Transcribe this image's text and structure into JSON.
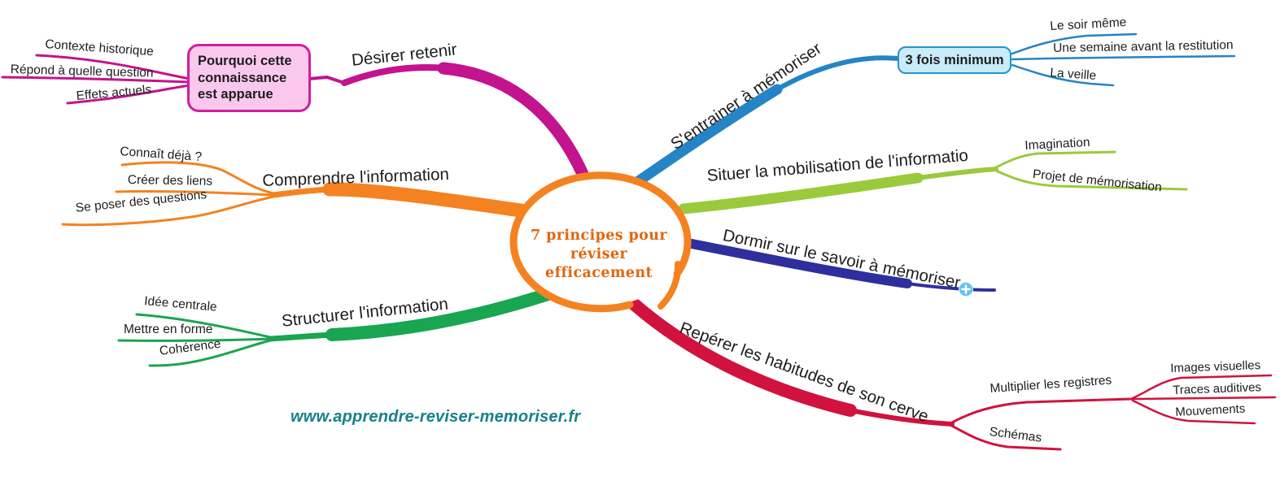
{
  "colors": {
    "magenta": "#c3138f",
    "magentaBoxFill": "#f9c8ec",
    "magentaBoxBorder": "#d01f9f",
    "orange": "#f58220",
    "green": "#1aa551",
    "blue": "#2484c6",
    "blueBoxFill": "#c9ebfa",
    "blueBoxBorder": "#2593cf",
    "lime": "#9aca3c",
    "navy": "#2e2f9d",
    "crimson": "#d2123e",
    "centerText": "#e2660d",
    "watermark": "#16808c",
    "labelText": "#1d1d1d"
  },
  "center": {
    "title": "7 principes pour réviser efficacement"
  },
  "branches": {
    "desirer": {
      "label": "Désirer retenir",
      "box": "Pourquoi cette connaissance est apparue",
      "children": [
        "Contexte historique",
        "Répond à quelle question",
        "Effets actuels"
      ]
    },
    "comprendre": {
      "label": "Comprendre l'information",
      "children": [
        "Connaît déjà ?",
        "Créer des liens",
        "Se poser des questions"
      ]
    },
    "structurer": {
      "label": "Structurer l'information",
      "children": [
        "Idée centrale",
        "Mettre en forme",
        "Cohérence"
      ]
    },
    "sentrainer": {
      "label": "S'entrainer à mémoriser",
      "box": "3 fois minimum",
      "children": [
        "Le soir même",
        "Une semaine avant la restitution",
        "La veille"
      ]
    },
    "situer": {
      "label": "Situer la mobilisation de l'informatio",
      "children": [
        "Imagination",
        "Projet de mémorisation"
      ]
    },
    "dormir": {
      "label": "Dormir sur le savoir à mémoriser"
    },
    "reperer": {
      "label": "Repérer les habitudes de son cerve",
      "children": [
        {
          "label": "Multiplier les registres",
          "children": [
            "Images visuelles",
            "Traces auditives",
            "Mouvements"
          ]
        },
        {
          "label": "Schémas"
        }
      ]
    }
  },
  "watermark": "www.apprendre-reviser-memoriser.fr",
  "icons": {
    "expand": "plus-icon"
  }
}
